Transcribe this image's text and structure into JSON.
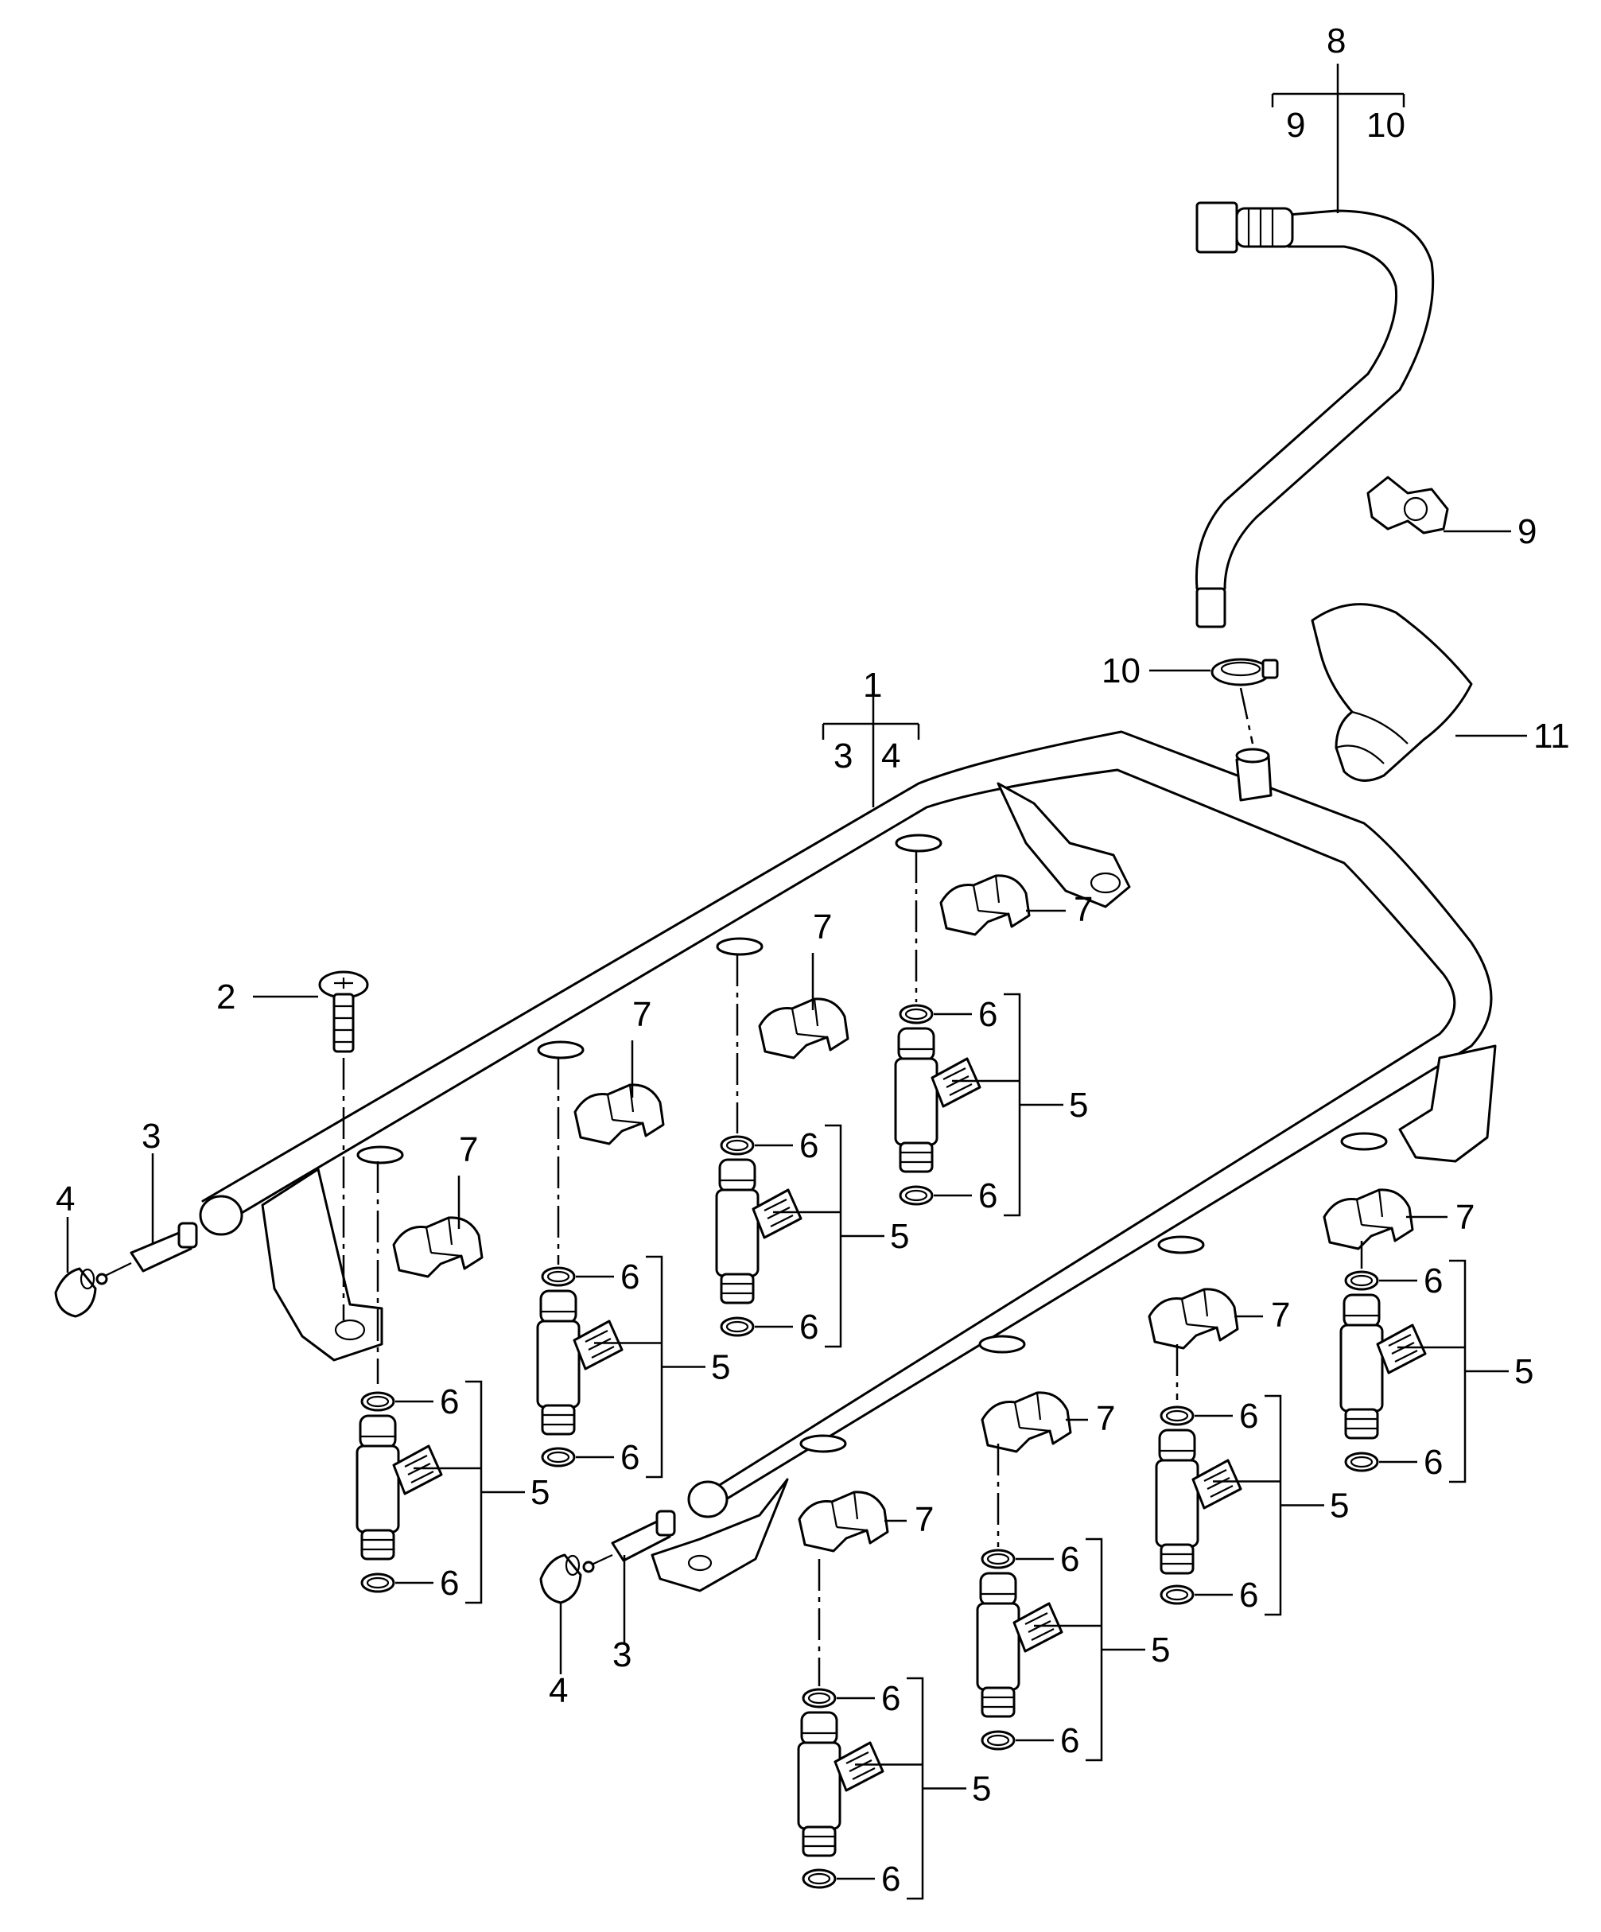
{
  "callouts": {
    "c1": "1",
    "c2": "2",
    "c3": "3",
    "c4": "4",
    "c5": "5",
    "c6": "6",
    "c7": "7",
    "c8": "8",
    "c9": "9",
    "c10": "10",
    "c11": "11"
  },
  "parts": [
    {
      "callout": "1",
      "item": "fuel-rail",
      "sub_items": [
        "3",
        "4"
      ]
    },
    {
      "callout": "2",
      "item": "screw"
    },
    {
      "callout": "3",
      "item": "valve-insert"
    },
    {
      "callout": "4",
      "item": "cap"
    },
    {
      "callout": "5",
      "item": "injector",
      "sub_items": [
        "6"
      ]
    },
    {
      "callout": "6",
      "item": "seal-ring"
    },
    {
      "callout": "7",
      "item": "clip"
    },
    {
      "callout": "8",
      "item": "fuel-line",
      "sub_items": [
        "9",
        "10"
      ]
    },
    {
      "callout": "9",
      "item": "holder"
    },
    {
      "callout": "10",
      "item": "hose-clamp"
    },
    {
      "callout": "11",
      "item": "heat-shield"
    }
  ],
  "colors": {
    "line": "#000000",
    "background": "#ffffff"
  }
}
